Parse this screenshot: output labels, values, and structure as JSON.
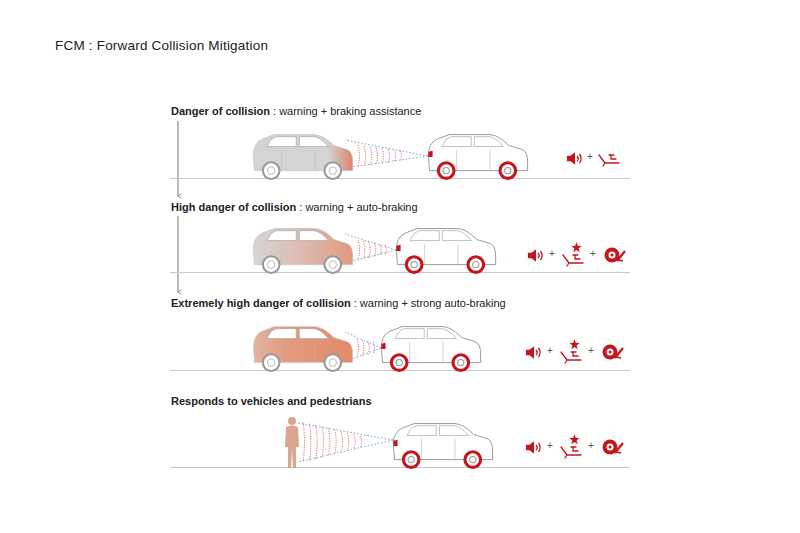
{
  "diagram": {
    "title": "FCM : Forward Collision Mitigation",
    "labels": [
      "Danger of collision",
      ": warning + braking assistance",
      "+",
      "High danger of collision",
      ": warning + auto-braking",
      "+",
      "+",
      "Extremely high danger of collision",
      ": warning + strong auto-braking",
      "+",
      "+",
      "Responds to vehicles and pedestrians",
      "+",
      "+"
    ]
  }
}
